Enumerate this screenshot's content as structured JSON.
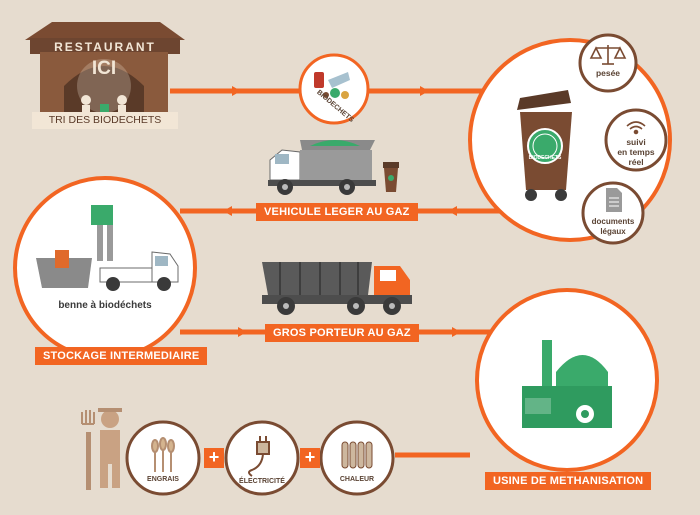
{
  "restaurant": {
    "name": "RESTAURANT",
    "badge": "ICI",
    "caption": "TRI DES BIODECHETS"
  },
  "biodechets_icon_label": "BIODECHETS",
  "bin_panel": {
    "bin_badge": "BIODECHETS",
    "features": [
      {
        "icon": "scale-icon",
        "label": "pesée"
      },
      {
        "icon": "wifi-icon",
        "label_lines": [
          "suivi",
          "en temps",
          "réel"
        ]
      },
      {
        "icon": "document-icon",
        "label_lines": [
          "documents",
          "légaux"
        ]
      }
    ]
  },
  "transport": {
    "light_vehicle": "VEHICULE LEGER AU GAZ",
    "heavy_truck": "GROS PORTEUR AU GAZ"
  },
  "storage": {
    "container_label": "benne à biodéchets",
    "caption": "STOCKAGE INTERMEDIAIRE"
  },
  "plant": {
    "caption": "USINE DE METHANISATION"
  },
  "outputs": [
    {
      "icon": "wheat-icon",
      "label": "ENGRAIS"
    },
    {
      "icon": "plug-icon",
      "label": "ÉLECTRICITÉ"
    },
    {
      "icon": "radiator-icon",
      "label": "CHALEUR"
    }
  ],
  "plus_sign": "+",
  "colors": {
    "background": "#e6dccf",
    "orange": "#f26522",
    "brown": "#7a4b32",
    "green": "#3aaa6b",
    "dark": "#4d4d4d"
  }
}
